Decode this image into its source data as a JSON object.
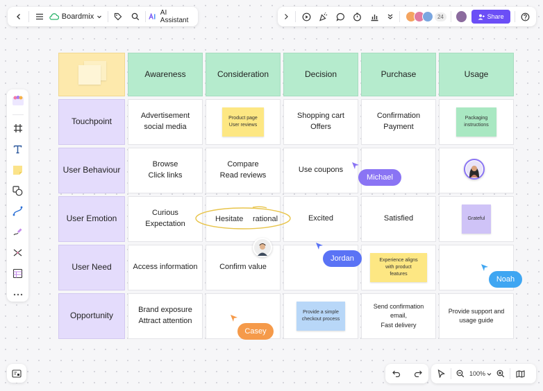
{
  "toolbar": {
    "brand_name": "Boardmix",
    "ai_label": "AI Assistant",
    "collaborator_count": "24",
    "share_label": "Share"
  },
  "zoom": {
    "level": "100%"
  },
  "grid": {
    "headers": [
      "Awareness",
      "Consideration",
      "Decision",
      "Purchase",
      "Usage"
    ],
    "rows": [
      {
        "label": "Touchpoint",
        "cells": [
          "Advertisement\nsocial media",
          "",
          "Shopping cart\nOffers",
          "Confirmation\nPayment",
          ""
        ]
      },
      {
        "label": "User Behaviour",
        "cells": [
          "Browse\nClick links",
          "Compare\nRead reviews",
          "Use coupons",
          "",
          ""
        ]
      },
      {
        "label": "User Emotion",
        "cells": [
          "Curious\nExpectation",
          "",
          "Excited",
          "Satisfied",
          ""
        ]
      },
      {
        "label": "User Need",
        "cells": [
          "Access information",
          "Confirm value",
          "",
          "",
          ""
        ]
      },
      {
        "label": "Opportunity",
        "cells": [
          "Brand exposure\nAttract attention",
          "",
          "",
          "Send confirmation\nemail,\nFast delivery",
          "Provide support and\nusage guide"
        ]
      }
    ]
  },
  "emotion_annotation": {
    "left": "Hesitate",
    "right": "rational"
  },
  "stickies": {
    "product_page": "Product page\nUser reviews",
    "packaging": "Packaging\ninstructions",
    "grateful": "Grateful",
    "experience": "Experience aligns\nwith product\nfeatures",
    "checkout": "Provide a simple\ncheckout process"
  },
  "cursors": {
    "michael": "Michael",
    "jordan": "Jordan",
    "noah": "Noah",
    "casey": "Casey"
  },
  "colors": {
    "header_green": "#b5ebcd",
    "row_purple": "#e4dcfc",
    "corner_yellow": "#fde9ac",
    "accent": "#6b4ef6",
    "michael": "#8a74f4",
    "jordan": "#5a73f5",
    "noah": "#3fa6f2",
    "casey": "#f59a4a"
  }
}
